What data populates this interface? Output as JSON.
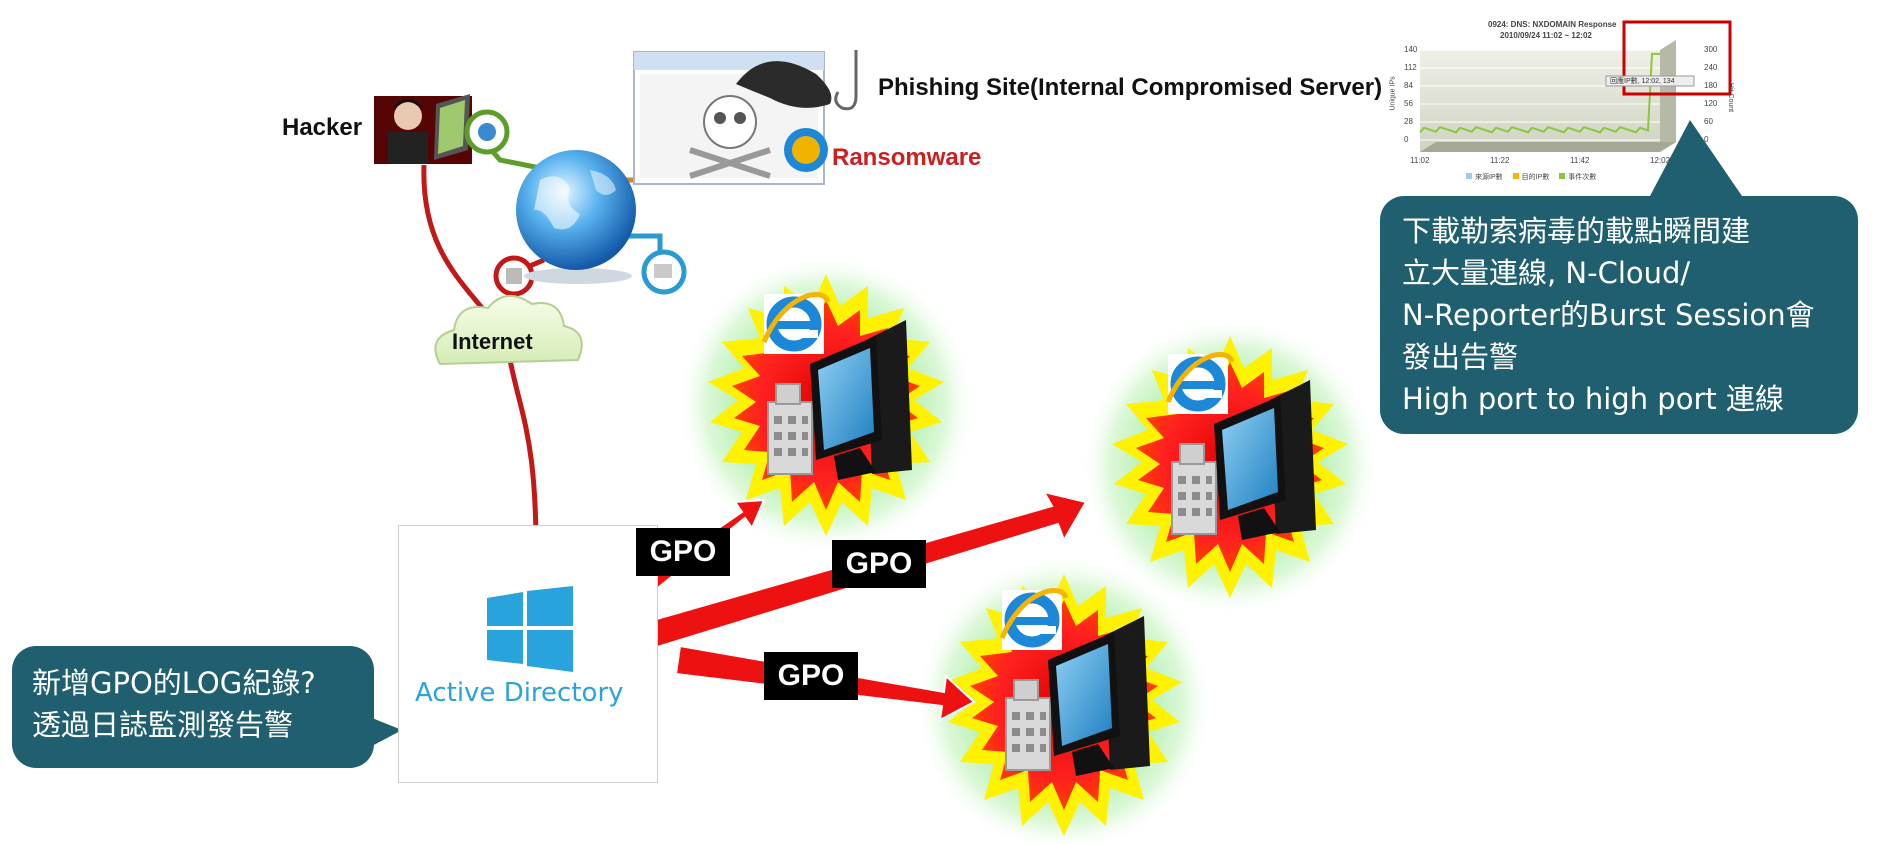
{
  "labels": {
    "hacker": "Hacker",
    "internet": "Internet",
    "phishing_site": "Phishing Site(Internal Compromised Server)",
    "ransomware": "Ransomware",
    "active_directory": "Active Directory"
  },
  "gpo_labels": [
    "GPO",
    "GPO",
    "GPO"
  ],
  "callout_right": {
    "lines": [
      "下載勒索病毒的載點瞬間建",
      "立大量連線, N-Cloud/",
      "N-Reporter的Burst Session會",
      "發出告警",
      "High port to high port 連線"
    ]
  },
  "callout_left": {
    "lines": [
      "新增GPO的LOG紀錄?",
      "透過日誌監測發告警"
    ]
  },
  "thumb_chart": {
    "title": "0924: DNS: NXDOMAIN Response",
    "subtitle": "2010/09/24 11:02 ~ 12:02",
    "y_left_label": "Unique IPs",
    "y_right_label": "Hit Count",
    "y_left_ticks": [
      "140",
      "112",
      "84",
      "56",
      "28",
      "0"
    ],
    "y_right_ticks": [
      "300",
      "240",
      "180",
      "120",
      "60",
      "0"
    ],
    "x_ticks": [
      "11:02",
      "11:22",
      "11:42",
      "12:02"
    ],
    "tooltip": "回應IP數, 12:02, 134",
    "legend": [
      "來源IP數",
      "目的IP數",
      "事件次數"
    ]
  },
  "colors": {
    "callout_bg": "#1f5f6f",
    "arrow_red": "#ee1111",
    "ransomware_text": "#cc1f1f",
    "ad_blue": "#29a3dc",
    "highlight_box": "#cc0000"
  },
  "icons": [
    "hacker-icon",
    "globe-icon",
    "cloud-icon",
    "ie-icon",
    "computer-icon",
    "building-icon",
    "windows-logo-icon",
    "whale-icon",
    "hook-icon",
    "skull-icon"
  ]
}
